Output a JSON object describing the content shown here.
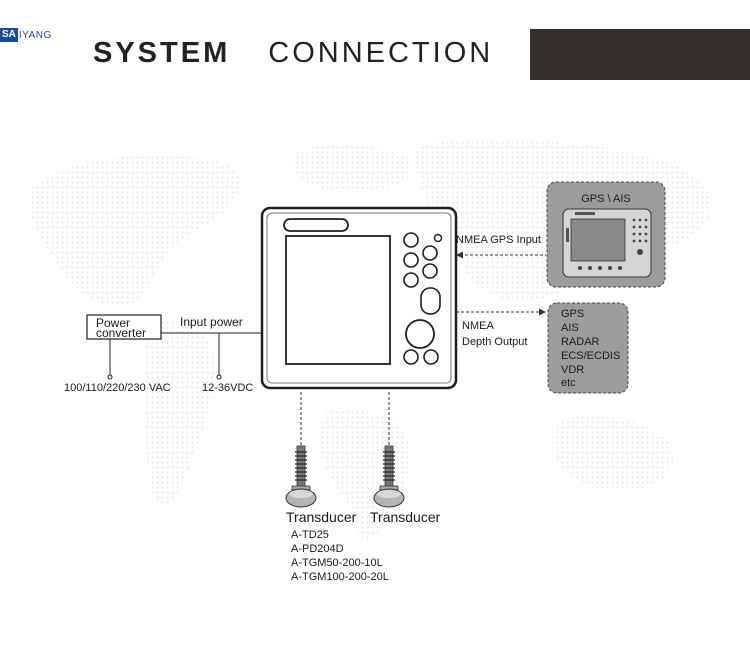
{
  "brand": {
    "logo_box": "SA",
    "logo_rest": "IYANG"
  },
  "header": {
    "title_word1": "SYSTEM",
    "title_word2": "CONNECTION"
  },
  "diagram": {
    "gps_ais_label": "GPS \\ AIS",
    "nmea_gps_input": "NMEA GPS Input",
    "nmea_line1": "NMEA",
    "nmea_line2": "Depth Output",
    "output_devices": [
      "GPS",
      "AIS",
      "RADAR",
      "ECS/ECDIS",
      "VDR",
      "etc"
    ],
    "power_converter_line1": "Power",
    "power_converter_line2": "converter",
    "input_power": "Input power",
    "ac_voltage": "100/110/220/230 VAC",
    "dc_voltage": "12-36VDC",
    "transducer_left": "Transducer",
    "transducer_right": "Transducer",
    "transducer_models": [
      "A-TD25",
      "A-PD204D",
      "A-TGM50-200-10L",
      "A-TGM100-200-20L"
    ]
  },
  "colors": {
    "logo_blue": "#1e4b97",
    "dark_bar": "#352e2b",
    "box_gray": "#9a9a9a"
  }
}
